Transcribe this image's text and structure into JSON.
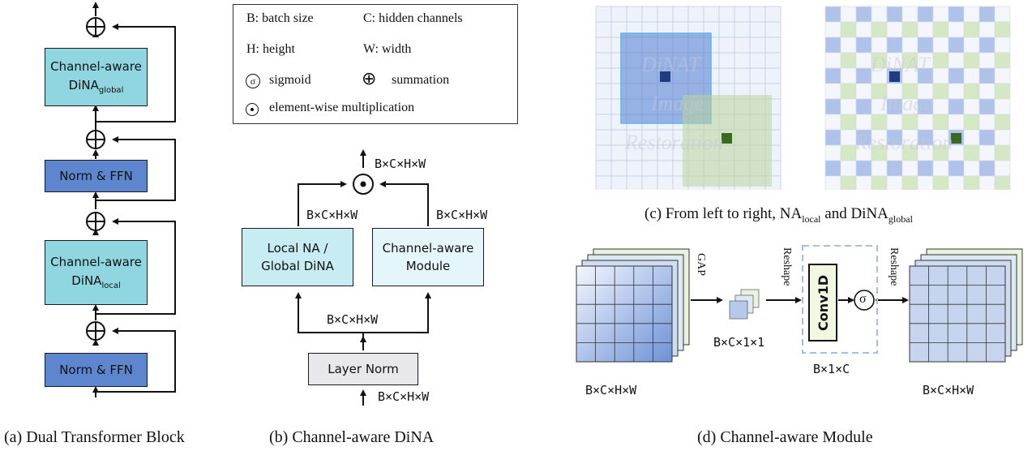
{
  "panel_a": {
    "blocks": [
      {
        "line1": "Channel-aware",
        "line2": "DiNA",
        "sub": "global"
      },
      {
        "line1": "Norm & FFN"
      },
      {
        "line1": "Channel-aware",
        "line2": "DiNA",
        "sub": "local"
      },
      {
        "line1": "Norm & FFN"
      }
    ],
    "caption": "(a) Dual Transformer Block"
  },
  "legend": {
    "b": "B:  batch size",
    "c": "C:  hidden channels",
    "h": "H:  height",
    "w": "W: width",
    "sigmoid_symbol": "σ",
    "sigmoid": "sigmoid",
    "sum_symbol": "⊕",
    "sum": "summation",
    "mult": "element-wise multiplication"
  },
  "panel_b": {
    "local_na_l1": "Local NA /",
    "local_na_l2": "Global DiNA",
    "channel_module_l1": "Channel-aware",
    "channel_module_l2": "Module",
    "layer_norm": "Layer Norm",
    "dim_top": "B×C×H×W",
    "dim_left": "B×C×H×W",
    "dim_right": "B×C×H×W",
    "dim_mid": "B×C×H×W",
    "dim_in": "B×C×H×W",
    "caption": "(b) Channel-aware DiNA"
  },
  "panel_c": {
    "caption_prefix": "(c) From left to right, NA",
    "caption_sub1": "local",
    "caption_mid": " and DiNA",
    "caption_sub2": "global",
    "watermark_1": "DiNAT",
    "watermark_2": "Image",
    "watermark_3": "Restoration"
  },
  "panel_d": {
    "gap": "GAP",
    "reshape1": "Reshape",
    "conv": "Conv1D",
    "sigma": "σ",
    "reshape2": "Reshape",
    "dim_in": "B×C×H×W",
    "dim_pool": "B×C×1×1",
    "dim_conv": "B×1×C",
    "dim_out": "B×C×H×W",
    "caption": "(d) Channel-aware Module"
  },
  "colors": {
    "cyan": "#8fd6e1",
    "blue": "#5d86cf",
    "grid_blue": "#aec2ea",
    "grid_green": "#d4e8c4",
    "dark_blue": "#1f3c82",
    "dark_green": "#3a6a1e"
  }
}
